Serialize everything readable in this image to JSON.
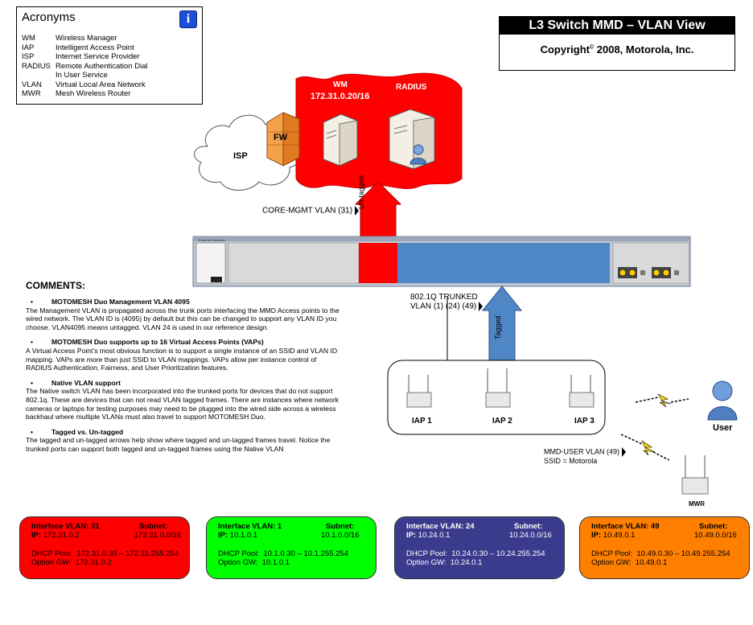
{
  "acronyms": {
    "title": "Acronyms",
    "info_icon": "info-icon",
    "rows": [
      {
        "abbr": "WM",
        "text": "Wireless Manager"
      },
      {
        "abbr": "IAP",
        "text": "Intelligent Access Point"
      },
      {
        "abbr": "ISP",
        "text": "Internet Service Provider"
      },
      {
        "abbr": "RADIUS",
        "text": "Remote Authentication Dial"
      },
      {
        "abbr": "",
        "text": "In User Service"
      },
      {
        "abbr": "VLAN",
        "text": "Virtual Local Area Network"
      },
      {
        "abbr": "MWR",
        "text": "Mesh Wireless Router"
      }
    ]
  },
  "title": {
    "heading": "L3 Switch MMD – VLAN View",
    "copyright_pre": "Copyright",
    "copyright_mark": "©",
    "copyright_post": " 2008, Motorola, Inc."
  },
  "network": {
    "wm_label": "WM",
    "wm_ip": "172.31.0.20/16",
    "radius_label": "RADIUS",
    "fw_label": "FW",
    "isp_label": "ISP",
    "untagged_label": "Un-tagged",
    "tagged_label": "Tagged",
    "core_mgmt_label": "CORE-MGMT VLAN (31)",
    "trunk_label_1": "802.1Q TRUNKED",
    "trunk_label_2": "VLAN (1) (24) (49)",
    "switch_brand": "Extreme Networks",
    "iaps": [
      "IAP 1",
      "IAP 2",
      "IAP 3"
    ],
    "user_label": "User",
    "mwr_label": "MWR",
    "mmd_user_label_1": "MMD-USER VLAN (49)",
    "mmd_user_label_2": "SSID = Motorola"
  },
  "comments": {
    "heading": "COMMENTS:",
    "sections": [
      {
        "title": "MOTOMESH Duo Management VLAN 4095",
        "body": "The Management VLAN is propagated across the trunk ports interfacing the MMD Access points to the wired network.  The VLAN ID is (4095) by default but this can be changed to support any VLAN ID you choose.  VLAN4095 means untagged.  VLAN 24 is used in our reference design."
      },
      {
        "title": "MOTOMESH Duo supports up to 16 Virtual Access Points (VAPs)",
        "body": "A Virtual Access Point’s most obvious function is to support a single instance of an SSID and VLAN ID mapping.  VAPs are more than just SSID to VLAN mappings.  VAPs allow per instance control of RADIUS Authentication, Fairness, and User Prioritization features."
      },
      {
        "title": "Native VLAN support",
        "body": "The Native switch VLAN has been incorporated into the trunked ports for devices that do not support  802.1q.  These are devices that can not read VLAN tagged frames.  There are instances where network cameras or laptops for testing purposes may need to be plugged into the wired side across a wireless backhaul where multiple VLANs must also travel to support MOTOMESH Duo."
      },
      {
        "title": "Tagged vs. Un-tagged",
        "body": "The tagged and un-tagged arrows help show where tagged and un-tagged frames travel.  Notice the trunked ports can support both tagged and un-tagged frames using the Native VLAN"
      }
    ]
  },
  "vlans": [
    {
      "iface_label": "Interface VLAN:",
      "vlan": "31",
      "subnet_label": "Subnet:",
      "ip_label": "IP:",
      "ip": "172.31.0.2",
      "subnet": "172.31.0.0/16",
      "dhcp_label": "DHCP Pool:",
      "dhcp": "172.31.0.30 – 172.31.255.254",
      "gw_label": "Option GW:",
      "gw": "172.31.0.2",
      "bg": "#ff0000",
      "fg": "#000000"
    },
    {
      "iface_label": "Interface VLAN:",
      "vlan": "1",
      "subnet_label": "Subnet:",
      "ip_label": "IP:",
      "ip": "10.1.0.1",
      "subnet": "10.1.0.0/16",
      "dhcp_label": "DHCP Pool:",
      "dhcp": "10.1.0.30 – 10.1.255.254",
      "gw_label": "Option GW:",
      "gw": "10.1.0.1",
      "bg": "#00ff00",
      "fg": "#000000"
    },
    {
      "iface_label": "Interface VLAN:",
      "vlan": "24",
      "subnet_label": "Subnet:",
      "ip_label": "IP:",
      "ip": "10.24.0.1",
      "subnet": "10.24.0.0/16",
      "dhcp_label": "DHCP Pool:",
      "dhcp": "10.24.0.30 – 10.24.255.254",
      "gw_label": "Option GW:",
      "gw": "10.24.0.1",
      "bg": "#3b3b8e",
      "fg": "#ffffff"
    },
    {
      "iface_label": "Interface VLAN:",
      "vlan": "49",
      "subnet_label": "Subnet:",
      "ip_label": "IP:",
      "ip": "10.49.0.1",
      "subnet": "10.49.0.0/16",
      "dhcp_label": "DHCP Pool:",
      "dhcp": "10.49.0.30 – 10.49.255.254",
      "gw_label": "Option GW:",
      "gw": "10.49.0.1",
      "bg": "#ff7f00",
      "fg": "#000000"
    }
  ],
  "colors": {
    "red": "#ff0000",
    "blue": "#4f86c6",
    "switch_gray": "#d9d9d9"
  }
}
